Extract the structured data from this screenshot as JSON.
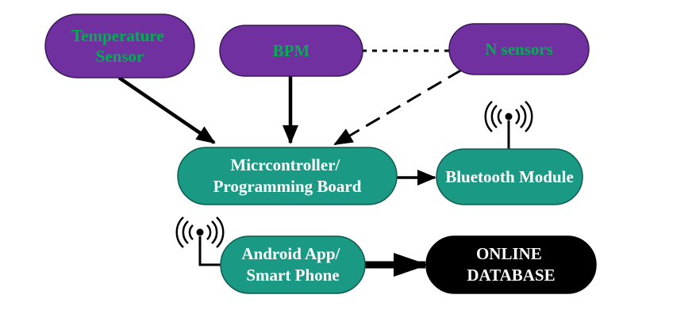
{
  "diagram": {
    "nodes": {
      "temperature": {
        "lines": [
          "Temperature",
          "Sensor"
        ]
      },
      "bpm": {
        "lines": [
          "BPM"
        ]
      },
      "nsensors": {
        "lines": [
          "N sensors"
        ]
      },
      "microcontroller": {
        "lines": [
          "Micrcontroller/",
          "Programming Board"
        ]
      },
      "bluetooth": {
        "lines": [
          "Bluetooth Module"
        ]
      },
      "android": {
        "lines": [
          "Android App/",
          "Smart Phone"
        ]
      },
      "database": {
        "lines": [
          "ONLINE",
          "DATABASE"
        ]
      }
    },
    "colors": {
      "sensor_fill": "#7030A0",
      "sensor_text": "#00B050",
      "module_fill": "#1A9A85",
      "module_text": "#FFFFFF",
      "database_fill": "#000000",
      "database_text": "#FFFFFF",
      "edge": "#000000"
    },
    "icons": {
      "bluetooth_antenna": "antenna-icon",
      "phone_antenna": "antenna-icon"
    }
  }
}
